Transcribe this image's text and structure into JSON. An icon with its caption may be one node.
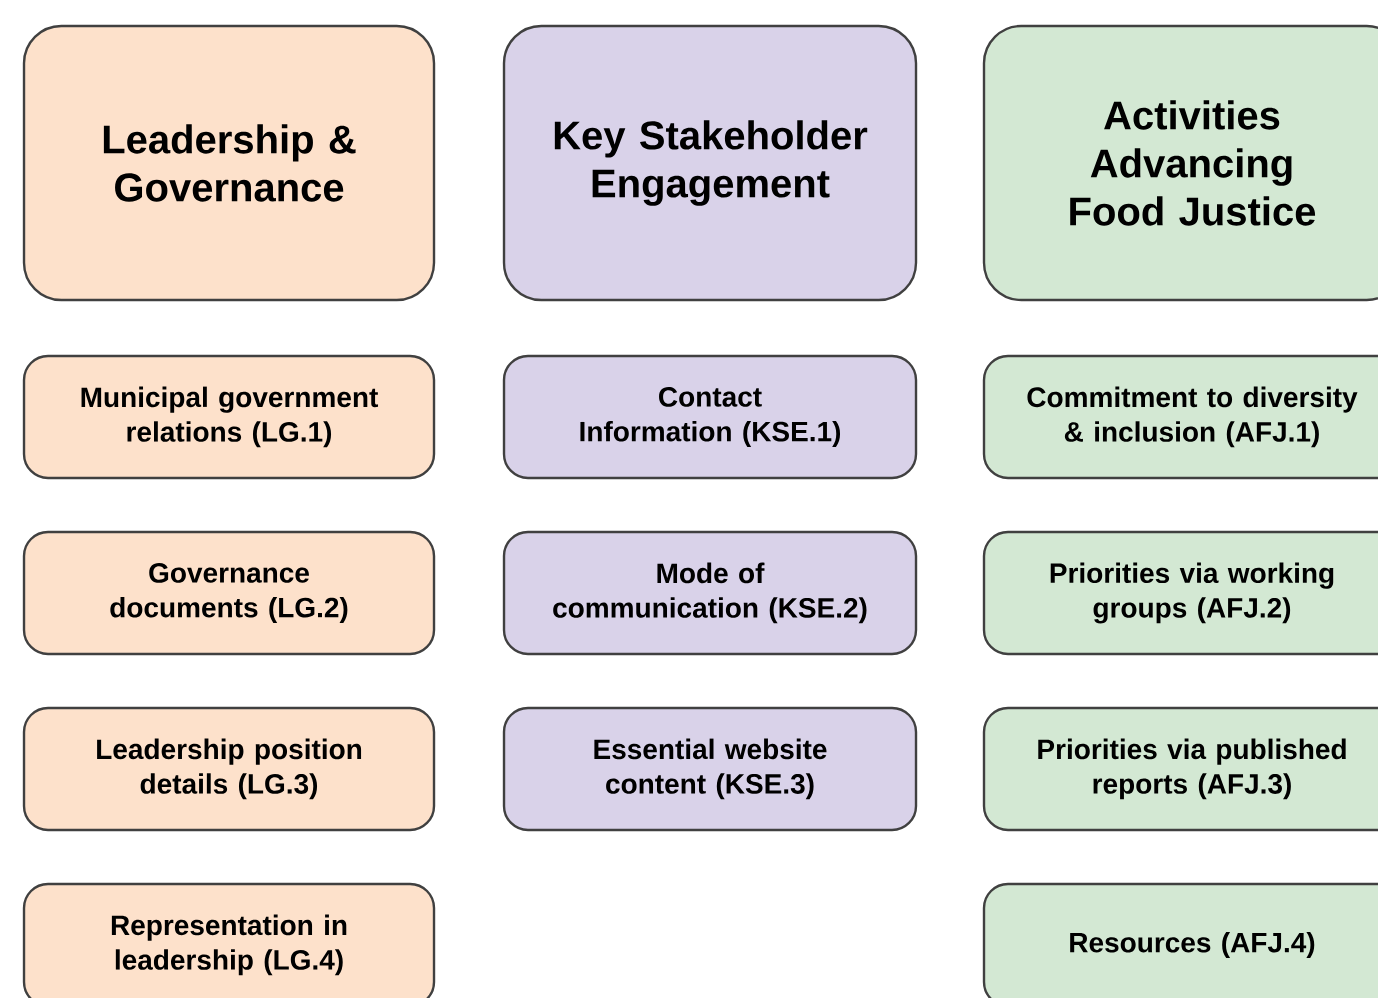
{
  "diagram": {
    "nodes": [
      {
        "text": [
          "Leadership & Governance"
        ]
      },
      {
        "text": [
          "Key Stakeholder Engagement"
        ]
      },
      {
        "text": [
          "Activities Advancing Food Justice"
        ]
      },
      {
        "text": [
          "Municipal government relations (LG.1)"
        ]
      },
      {
        "text": [
          "Contact Information (KSE.1)"
        ]
      },
      {
        "text": [
          "Commitment to diversity & inclusion (AFJ.1)"
        ]
      },
      {
        "text": [
          "Governance documents (LG.2)"
        ]
      },
      {
        "text": [
          "Mode of communication (KSE.2)"
        ]
      },
      {
        "text": [
          "Priorities via working groups (AFJ.2)"
        ]
      },
      {
        "text": [
          "Leadership position details (LG.3)"
        ]
      },
      {
        "text": [
          "Essential website content (KSE.3)"
        ]
      },
      {
        "text": [
          "Priorities via published reports (AFJ.3)"
        ]
      },
      {
        "text": [
          "Representation in leadership (LG.4)"
        ]
      },
      {
        "text": [
          "Resources (AFJ.4)"
        ]
      }
    ]
  }
}
